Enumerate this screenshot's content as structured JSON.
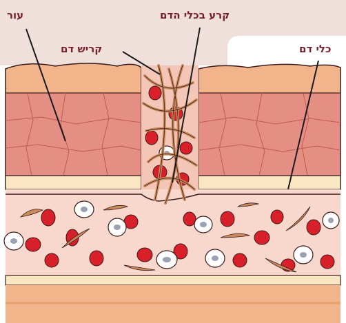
{
  "labels": {
    "skin": "עור",
    "vessel_tear": "קרע בכלי הדם",
    "blood_clot": "קריש דם",
    "blood_vessel": "כלי דם"
  },
  "colors": {
    "label_text": "#7a1f2b",
    "background_top": "#efe0dc",
    "skin_fill": "#e58e84",
    "skin_top_layer": "#f2b48a",
    "vessel_fill": "#f8d7cd",
    "vessel_wall": "#fbe6c4",
    "red_cell": "#d8202a",
    "white_cell": "#ffffff",
    "platelet": "#c98a5c",
    "outline": "#3a1a1a"
  },
  "icons": [
    "red-blood-cell-icon",
    "white-blood-cell-icon",
    "platelet-icon",
    "fibrin-strand-icon"
  ]
}
